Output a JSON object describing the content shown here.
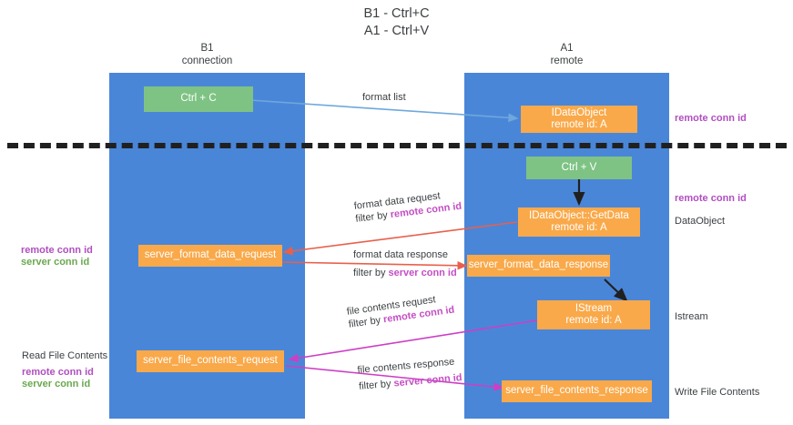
{
  "title": "B1 - Ctrl+C\nA1 - Ctrl+V",
  "lanes": [
    {
      "name": "lane-b1",
      "header": "B1\nconnection"
    },
    {
      "name": "lane-a1",
      "header": "A1\nremote"
    }
  ],
  "boxes": {
    "ctrl_c": "Ctrl + C",
    "ctrl_v": "Ctrl + V",
    "idataobject": "IDataObject\nremote id: A",
    "idataobject_getdata": "IDataObject::GetData\nremote id: A",
    "istream": "IStream\nremote id: A",
    "server_format_data_request": "server_format_data_request",
    "server_format_data_response": "server_format_data_response",
    "server_file_contents_request": "server_file_contents_request",
    "server_file_contents_response": "server_file_contents_response"
  },
  "arrow_labels": {
    "format_list": "format list",
    "format_data_request": "format data request",
    "format_data_request_filter_prefix": "filter by ",
    "format_data_request_filter_key": "remote conn id",
    "format_data_response": "format data response",
    "format_data_response_filter_prefix": "filter by ",
    "format_data_response_filter_key": "server conn id",
    "file_contents_request": "file contents request",
    "file_contents_request_filter_prefix": "filter by ",
    "file_contents_request_filter_key": "remote conn id",
    "file_contents_response": "file contents response",
    "file_contents_response_filter_prefix": "filter by ",
    "file_contents_response_filter_key": "server conn id"
  },
  "annotations": {
    "right_remote_conn_id_top": "remote conn id",
    "right_remote_conn_id_mid": "remote conn id",
    "right_dataobject": "DataObject",
    "right_istream": "Istream",
    "right_write_file_contents": "Write File Contents",
    "left_remote_conn_id": "remote conn id",
    "left_server_conn_id": "server conn id",
    "left_read_file_contents": "Read File Contents",
    "left_remote_conn_id_2": "remote conn id",
    "left_server_conn_id_2": "server conn id"
  },
  "colors": {
    "lane": "#4a86d8",
    "green_box": "#7ec384",
    "orange_box": "#f9a94a",
    "magenta_text": "#b14ec1",
    "green_text": "#6aa84f",
    "red_arrow": "#e8604c",
    "magenta_arrow": "#cc3fc4",
    "blue_arrow": "#6fa8dc",
    "dark_arrow": "#202020",
    "divider": "#202020"
  }
}
